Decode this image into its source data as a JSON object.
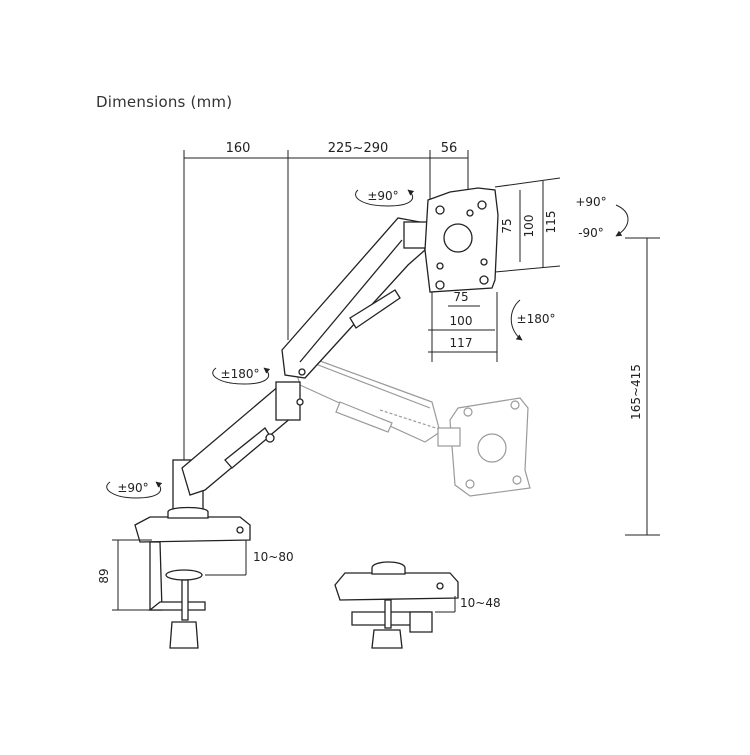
{
  "title": "Dimensions (mm)",
  "top_dimensions": {
    "reach_base": "160",
    "reach_arm": "225~290",
    "plate_depth": "56"
  },
  "vesa": {
    "v75": "75",
    "v100": "100",
    "plate_width": "117",
    "plate_height": "115"
  },
  "rotations": {
    "base_swivel": "±90°",
    "elbow_swivel": "±180°",
    "top_swivel": "±90°",
    "tilt_up": "+90°",
    "tilt_down": "-90°",
    "screen_rotate": "±180°"
  },
  "height_range": "165~415",
  "clamp": {
    "depth": "89",
    "desk_thickness": "10~80"
  },
  "grommet": {
    "desk_thickness": "10~48"
  },
  "colors": {
    "line": "#222222",
    "ghost": "#9a9a9a"
  }
}
